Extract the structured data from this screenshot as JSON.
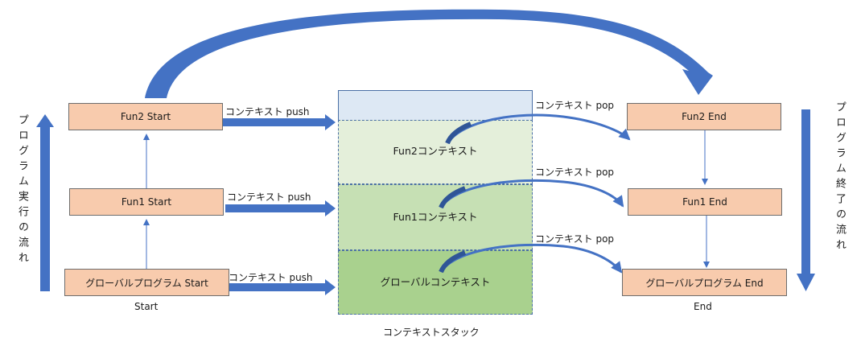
{
  "left": {
    "fun2_start": "Fun2 Start",
    "fun1_start": "Fun1 Start",
    "global_start": "グローバルプログラム Start",
    "start_caption": "Start"
  },
  "right": {
    "fun2_end": "Fun2 End",
    "fun1_end": "Fun1 End",
    "global_end": "グローバルプログラム End",
    "end_caption": "End"
  },
  "arrows": {
    "push1": "コンテキスト push",
    "push2": "コンテキスト push",
    "push3": "コンテキスト push",
    "pop1": "コンテキスト pop",
    "pop2": "コンテキスト pop",
    "pop3": "コンテキスト pop"
  },
  "stack": {
    "fun2_ctx": "Fun2コンテキスト",
    "fun1_ctx": "Fun1コンテキスト",
    "global_ctx": "グローバルコンテキスト",
    "caption": "コンテキストスタック"
  },
  "side": {
    "left_flow": "プログラム実行の流れ",
    "right_flow": "プログラム終了の流れ"
  },
  "colors": {
    "box_fill": "#f8cbad",
    "arrow_blue": "#4472c4",
    "stack_top": "#dde8f4",
    "stack_fun2": "#e4efda",
    "stack_fun1": "#c6e0b4",
    "stack_global": "#a9d18e"
  }
}
